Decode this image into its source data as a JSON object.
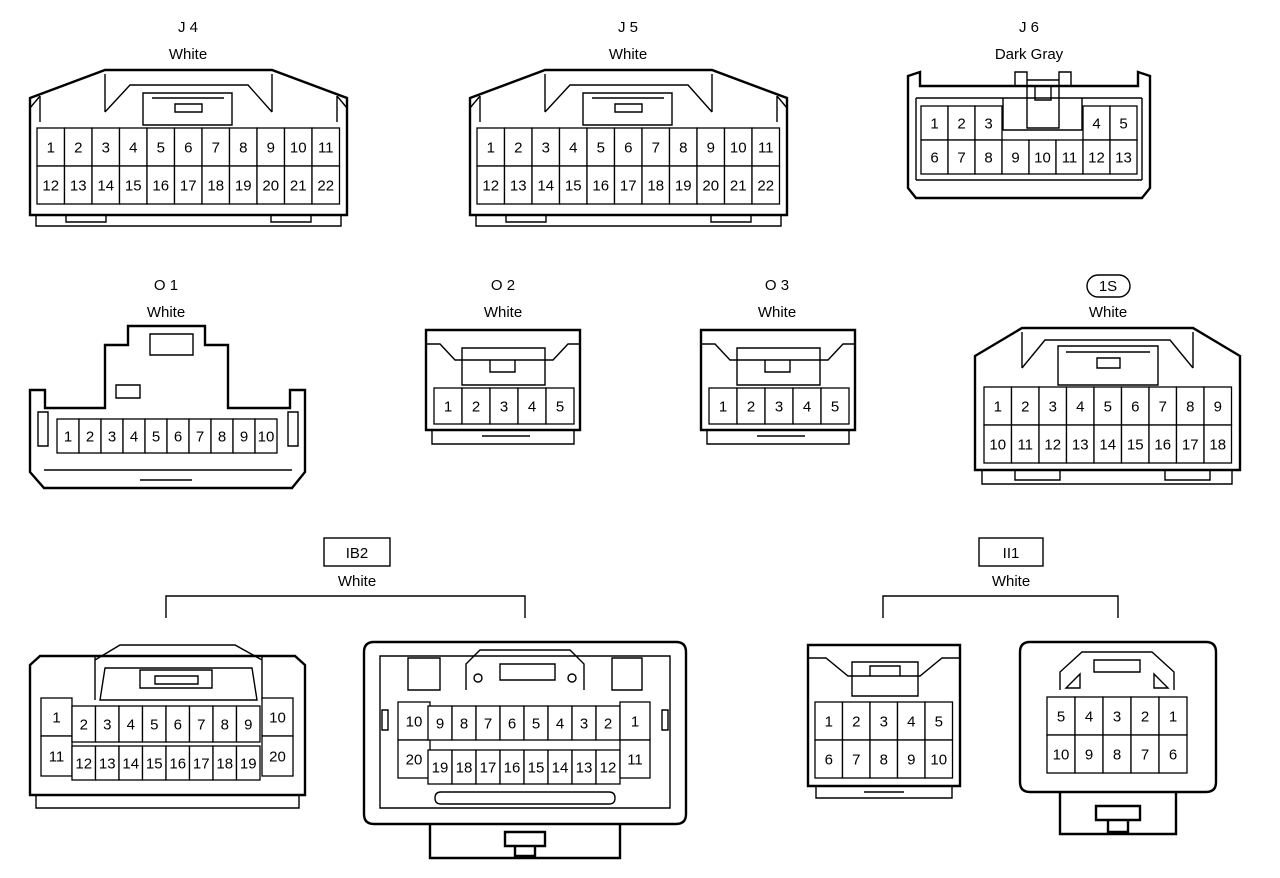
{
  "connectors": [
    {
      "id": "J4",
      "code": "J 4",
      "color_name": "White",
      "rows": [
        [
          "1",
          "2",
          "3",
          "4",
          "5",
          "6",
          "7",
          "8",
          "9",
          "10",
          "11"
        ],
        [
          "12",
          "13",
          "14",
          "15",
          "16",
          "17",
          "18",
          "19",
          "20",
          "21",
          "22"
        ]
      ]
    },
    {
      "id": "J5",
      "code": "J 5",
      "color_name": "White",
      "rows": [
        [
          "1",
          "2",
          "3",
          "4",
          "5",
          "6",
          "7",
          "8",
          "9",
          "10",
          "11"
        ],
        [
          "12",
          "13",
          "14",
          "15",
          "16",
          "17",
          "18",
          "19",
          "20",
          "21",
          "22"
        ]
      ]
    },
    {
      "id": "J6",
      "code": "J 6",
      "color_name": "Dark Gray",
      "rows": [
        [
          "1",
          "2",
          "3",
          "4",
          "5"
        ],
        [
          "6",
          "7",
          "8",
          "9",
          "10",
          "11",
          "12",
          "13"
        ]
      ]
    },
    {
      "id": "O1",
      "code": "O 1",
      "color_name": "White",
      "rows": [
        [
          "1",
          "2",
          "3",
          "4",
          "5",
          "6",
          "7",
          "8",
          "9",
          "10"
        ]
      ]
    },
    {
      "id": "O2",
      "code": "O 2",
      "color_name": "White",
      "rows": [
        [
          "1",
          "2",
          "3",
          "4",
          "5"
        ]
      ]
    },
    {
      "id": "O3",
      "code": "O 3",
      "color_name": "White",
      "rows": [
        [
          "1",
          "2",
          "3",
          "4",
          "5"
        ]
      ]
    },
    {
      "id": "1S",
      "code": "1S",
      "color_name": "White",
      "rows": [
        [
          "1",
          "2",
          "3",
          "4",
          "5",
          "6",
          "7",
          "8",
          "9"
        ],
        [
          "10",
          "11",
          "12",
          "13",
          "14",
          "15",
          "16",
          "17",
          "18"
        ]
      ]
    }
  ],
  "paired_connectors": [
    {
      "id": "IB2",
      "code": "IB2",
      "color_name": "White",
      "female": {
        "side_top": "1",
        "side_bottom": "11",
        "top": [
          "2",
          "3",
          "4",
          "5",
          "6",
          "7",
          "8",
          "9"
        ],
        "bottom": [
          "12",
          "13",
          "14",
          "15",
          "16",
          "17",
          "18",
          "19"
        ],
        "right_top": "10",
        "right_bottom": "20"
      },
      "male": {
        "left_top": "10",
        "left_bottom": "20",
        "top": [
          "9",
          "8",
          "7",
          "6",
          "5",
          "4",
          "3",
          "2"
        ],
        "bottom": [
          "19",
          "18",
          "17",
          "16",
          "15",
          "14",
          "13",
          "12"
        ],
        "right_top": "1",
        "right_bottom": "11"
      }
    },
    {
      "id": "II1",
      "code": "II1",
      "color_name": "White",
      "female": {
        "rows": [
          [
            "1",
            "2",
            "3",
            "4",
            "5"
          ],
          [
            "6",
            "7",
            "8",
            "9",
            "10"
          ]
        ]
      },
      "male": {
        "rows": [
          [
            "5",
            "4",
            "3",
            "2",
            "1"
          ],
          [
            "10",
            "9",
            "8",
            "7",
            "6"
          ]
        ]
      }
    }
  ]
}
